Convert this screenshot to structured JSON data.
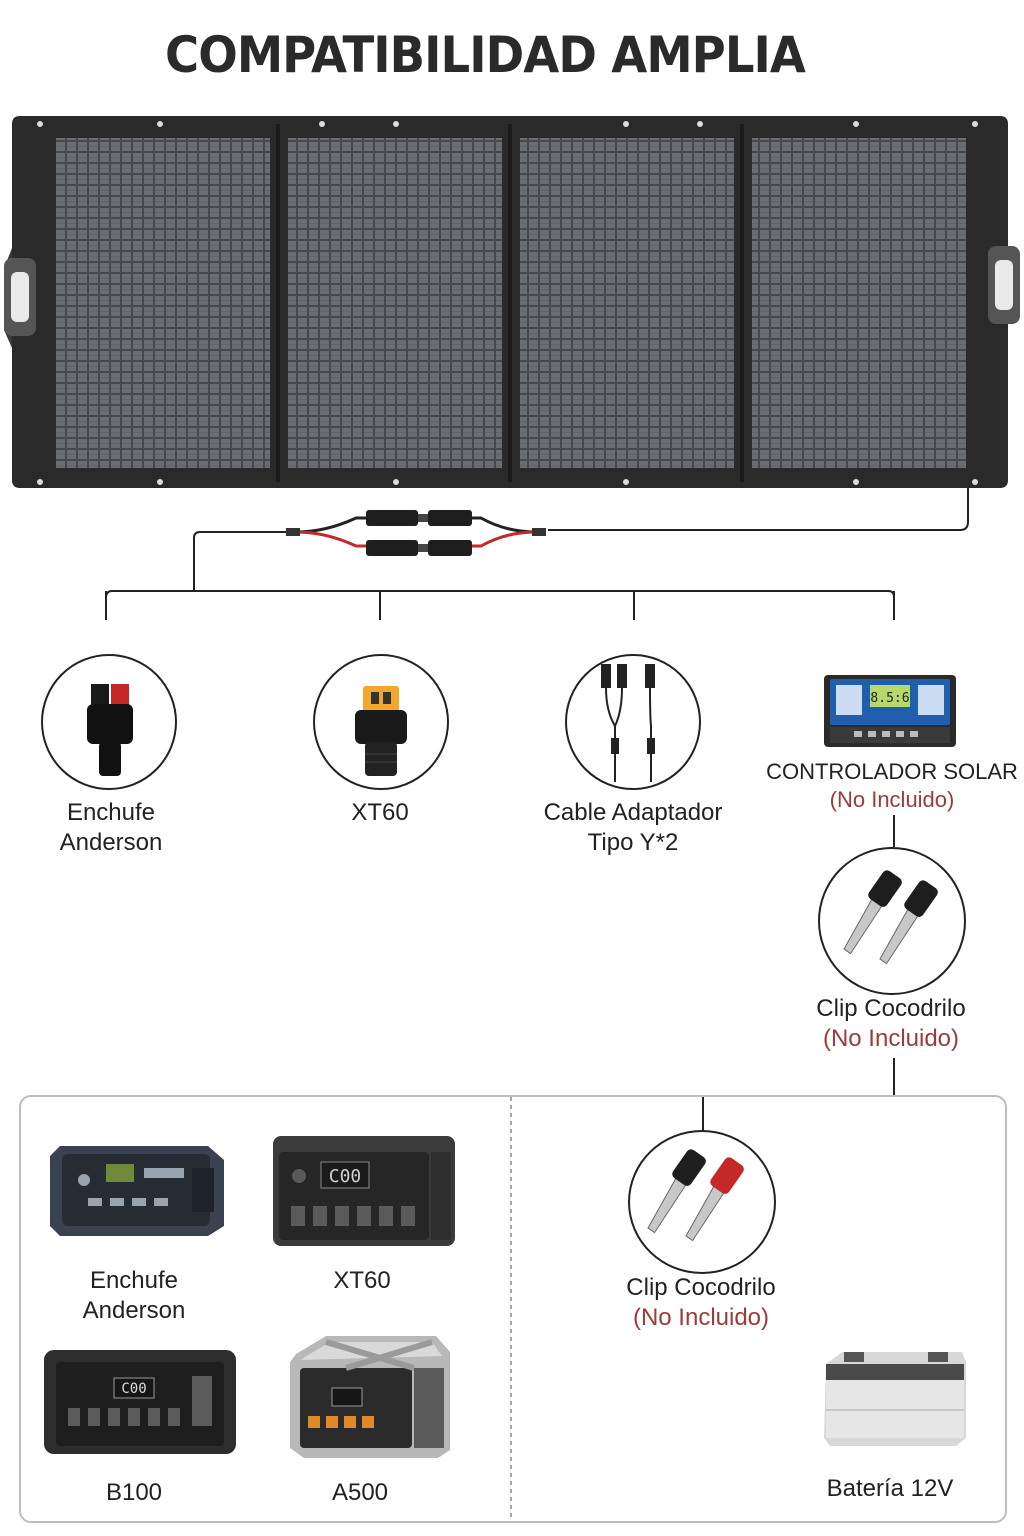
{
  "header": {
    "title": "COMPATIBILIDAD AMPLIA"
  },
  "connectors": {
    "anderson": {
      "line1": "Enchufe",
      "line2": "Anderson"
    },
    "xt60": {
      "label": "XT60"
    },
    "y_cable": {
      "line1": "Cable Adaptador",
      "line2": "Tipo Y*2"
    },
    "controller": {
      "label": "CONTROLADOR SOLAR",
      "note": "(No Incluido)",
      "lcd": "8.5:6"
    },
    "clip": {
      "label": "Clip Cocodrilo",
      "note": "(No Incluido)"
    }
  },
  "devices_left": {
    "anderson": {
      "line1": "Enchufe",
      "line2": "Anderson"
    },
    "xt60": {
      "label": "XT60",
      "screen": "C00"
    },
    "b100": {
      "label": "B100",
      "screen": "C00"
    },
    "a500": {
      "label": "A500"
    }
  },
  "devices_right": {
    "clip": {
      "label": "Clip Cocodrilo",
      "note": "(No Incluido)"
    },
    "battery": {
      "label": "Batería 12V"
    }
  },
  "colors": {
    "panel": "#2b2b2b",
    "cell": "#55575a",
    "accent_red": "#c62828",
    "note": "#9b3b3b",
    "controller_blue": "#1f5fae"
  }
}
